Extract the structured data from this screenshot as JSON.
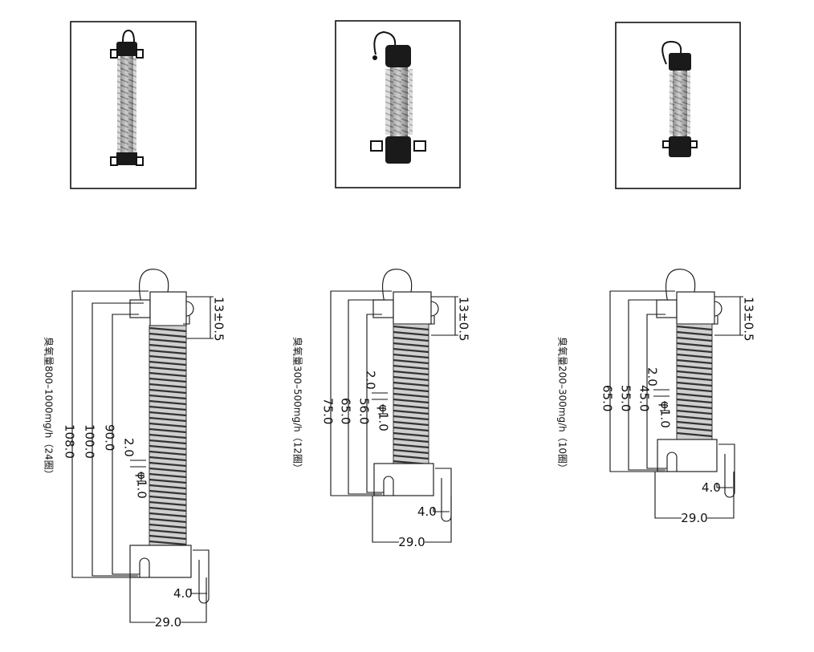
{
  "products": [
    {
      "caption": "臭氧量800–1000mg/h（24圈）",
      "dims": {
        "clearance": "13±0.5",
        "pitch": "2.0",
        "wire": "φ1.0",
        "d1": "90.0",
        "d2": "100.0",
        "d3": "108.0",
        "slot": "4.0",
        "width": "29.0"
      }
    },
    {
      "caption": "臭氧量300–500mg/h（12圈）",
      "dims": {
        "clearance": "13±0.5",
        "pitch": "2.0",
        "wire": "φ1.0",
        "d1": "56.0",
        "d2": "65.0",
        "d3": "75.0",
        "slot": "4.0",
        "width": "29.0"
      }
    },
    {
      "caption": "臭氧量200–300mg/h（10圈）",
      "dims": {
        "clearance": "13±0.5",
        "pitch": "2.0",
        "wire": "φ1.0",
        "d1": "45.0",
        "d2": "55.0",
        "d3": "65.0",
        "slot": "4.0",
        "width": "29.0"
      }
    }
  ],
  "colors": {
    "line": "#111111",
    "coil": "#8a8a8a",
    "cap": "#1a1a1a"
  }
}
